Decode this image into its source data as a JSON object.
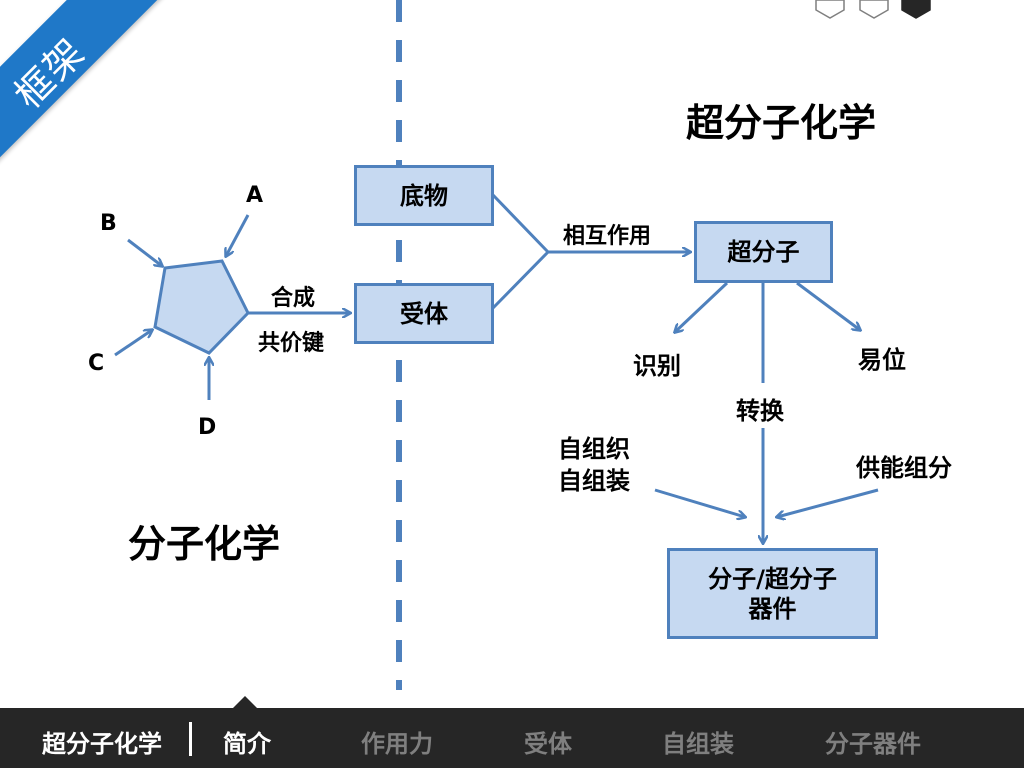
{
  "corner_tag": "框架",
  "headings": {
    "supramolecular": "超分子化学",
    "molecular": "分子化学"
  },
  "pentagon_labels": {
    "a": "A",
    "b": "B",
    "c": "C",
    "d": "D"
  },
  "edge_labels": {
    "synthesis": "合成",
    "covalent_bond": "共价键",
    "interaction": "相互作用",
    "recognition": "识别",
    "translocation": "易位",
    "transformation": "转换",
    "self_organize": "自组织",
    "self_assemble": "自组装",
    "energy_component": "供能组分"
  },
  "boxes": {
    "substrate": "底物",
    "receptor": "受体",
    "supramolecule": "超分子",
    "device_line1": "分子/超分子",
    "device_line2": "器件"
  },
  "nav": {
    "section": "超分子化学",
    "items": [
      "简介",
      "作用力",
      "受体",
      "自组装",
      "分子器件"
    ],
    "active_index": 0
  },
  "colors": {
    "accent_blue": "#4f81bd",
    "box_fill": "#c6d9f1",
    "ribbon_blue": "#1f78c8",
    "bar_dark": "#262626",
    "nav_active": "#ffffff",
    "nav_inactive": "#7f7f7f"
  }
}
